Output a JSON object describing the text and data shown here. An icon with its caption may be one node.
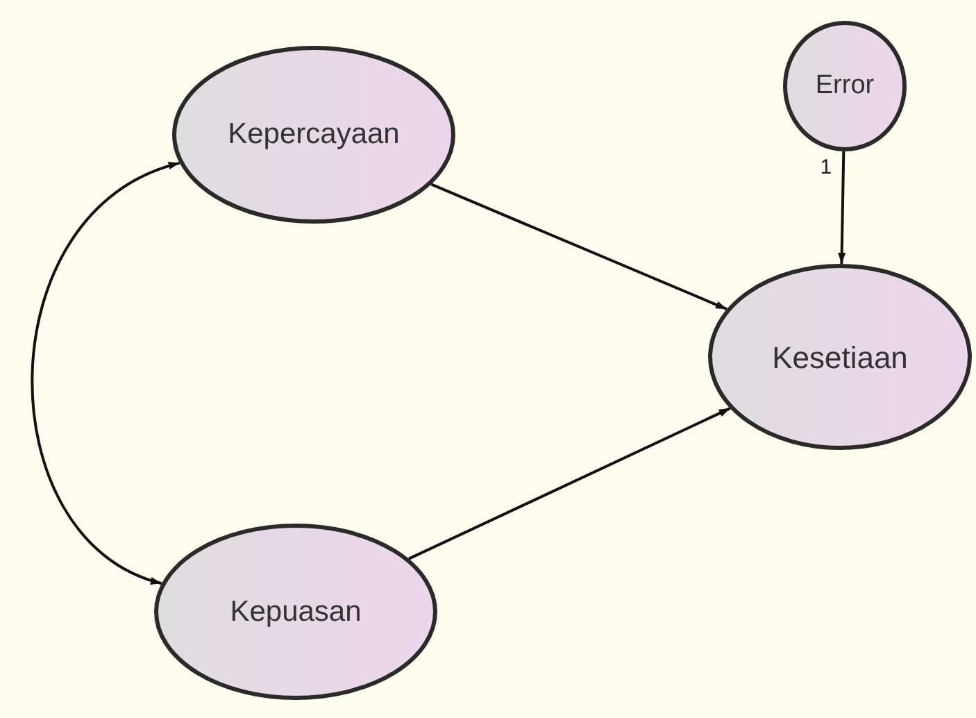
{
  "diagram": {
    "nodes": [
      {
        "text": [
          "Error"
        ]
      },
      {
        "text": [
          "Kepercayaan"
        ]
      },
      {
        "text": [
          "Kesetiaan"
        ]
      },
      {
        "text": [
          "Kepuasan"
        ]
      }
    ],
    "edges": [
      {
        "from": 0,
        "to": 2,
        "arrow": "to",
        "label": "1"
      },
      {
        "from": 1,
        "to": 2,
        "arrow": "to"
      },
      {
        "from": 3,
        "to": 2,
        "arrow": "to"
      },
      {
        "from": 1,
        "to": 3,
        "arrow": "both"
      }
    ]
  }
}
